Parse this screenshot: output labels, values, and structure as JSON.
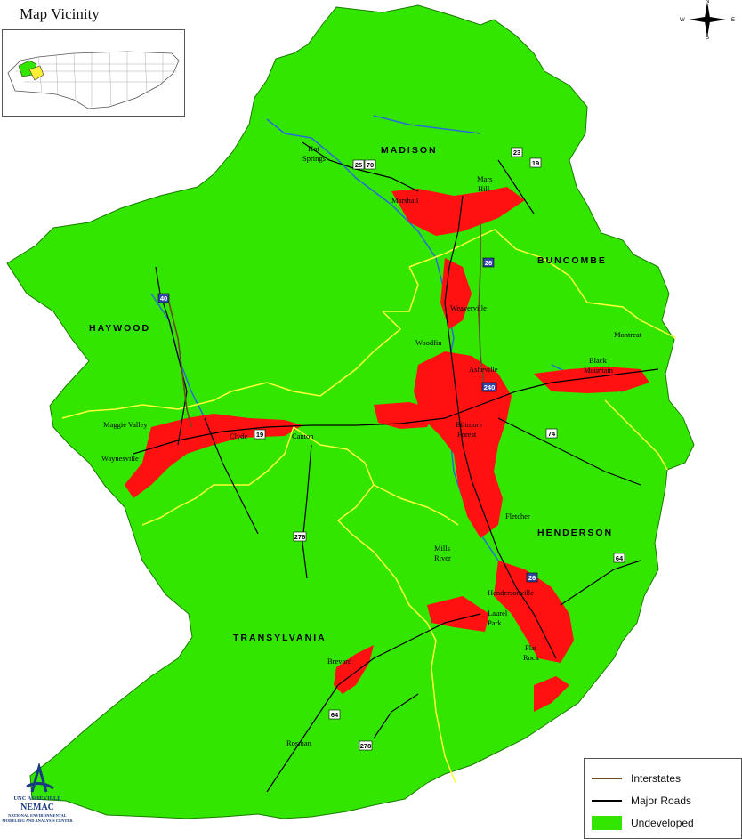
{
  "vicinity": {
    "title": "Map Vicinity"
  },
  "counties": [
    {
      "name": "MADISON"
    },
    {
      "name": "BUNCOMBE"
    },
    {
      "name": "HAYWOOD"
    },
    {
      "name": "HENDERSON"
    },
    {
      "name": "TRANSYLVANIA"
    }
  ],
  "towns": [
    {
      "name": "Hot"
    },
    {
      "name": "Springs"
    },
    {
      "name": "Marshall"
    },
    {
      "name": "Mars"
    },
    {
      "name": "Hill"
    },
    {
      "name": "Weaverville"
    },
    {
      "name": "Woodfin"
    },
    {
      "name": "Asheville"
    },
    {
      "name": "Montreat"
    },
    {
      "name": "Black"
    },
    {
      "name": "Mountain"
    },
    {
      "name": "Biltmore"
    },
    {
      "name": "Forest"
    },
    {
      "name": "Maggie Valley"
    },
    {
      "name": "Clyde"
    },
    {
      "name": "Canton"
    },
    {
      "name": "Waynesville"
    },
    {
      "name": "Fletcher"
    },
    {
      "name": "Mills"
    },
    {
      "name": "River"
    },
    {
      "name": "Hendersonville"
    },
    {
      "name": "Laurel"
    },
    {
      "name": "Park"
    },
    {
      "name": "Flat"
    },
    {
      "name": "Rock"
    },
    {
      "name": "Brevard"
    },
    {
      "name": "Rosman"
    }
  ],
  "routes": [
    "25",
    "70",
    "23",
    "19",
    "26",
    "40",
    "240",
    "19",
    "74",
    "276",
    "26",
    "64",
    "64",
    "278"
  ],
  "legend": [
    {
      "label": "Interstates",
      "color": "#6b4a1e"
    },
    {
      "label": "Major Roads",
      "color": "#000000"
    },
    {
      "label": "Undeveloped",
      "color": "#33e600"
    }
  ],
  "compass": {
    "n": "N",
    "e": "E",
    "s": "S",
    "w": "W"
  },
  "logo": {
    "line1": "UNC ASHEVILLE",
    "line2": "NEMAC",
    "line3": "NATIONAL ENVIRONMENTAL",
    "line4": "MODELING AND ANALYSIS CENTER"
  },
  "colors": {
    "undeveloped": "#33e600",
    "developed": "#ff1111",
    "county_border": "#ffff33",
    "road": "#000000",
    "water": "#2a6cd6"
  }
}
